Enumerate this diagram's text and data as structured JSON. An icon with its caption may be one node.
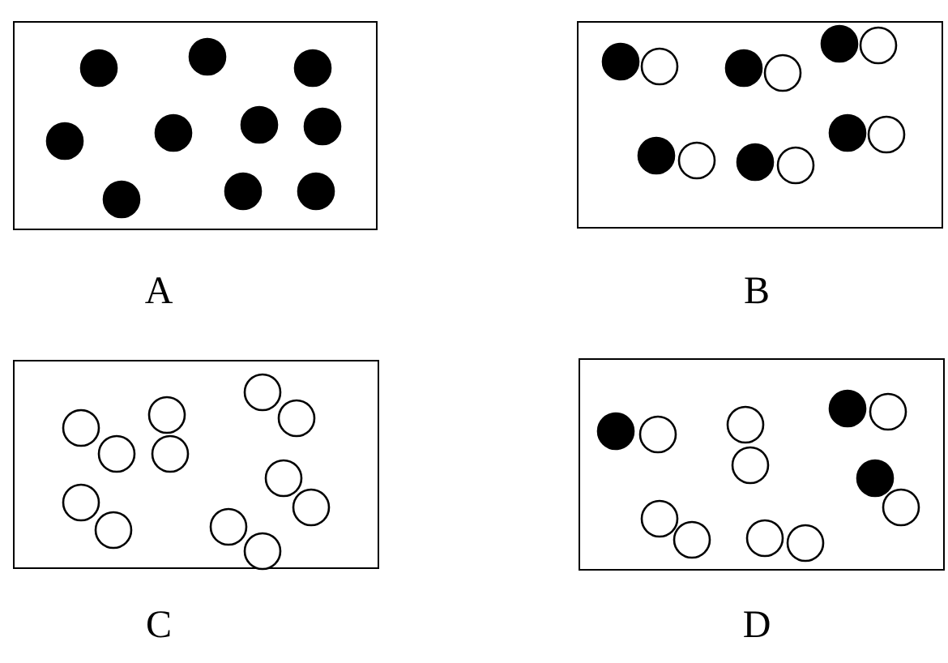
{
  "diagram": {
    "nodes": [
      {
        "text": [],
        "shape": "box",
        "beside": [
          "A"
        ]
      },
      {
        "text": [],
        "shape": "box",
        "beside": [
          "B"
        ]
      },
      {
        "text": [],
        "shape": "box",
        "beside": [
          "C"
        ]
      },
      {
        "text": [],
        "shape": "box",
        "beside": [
          "D"
        ]
      }
    ]
  }
}
